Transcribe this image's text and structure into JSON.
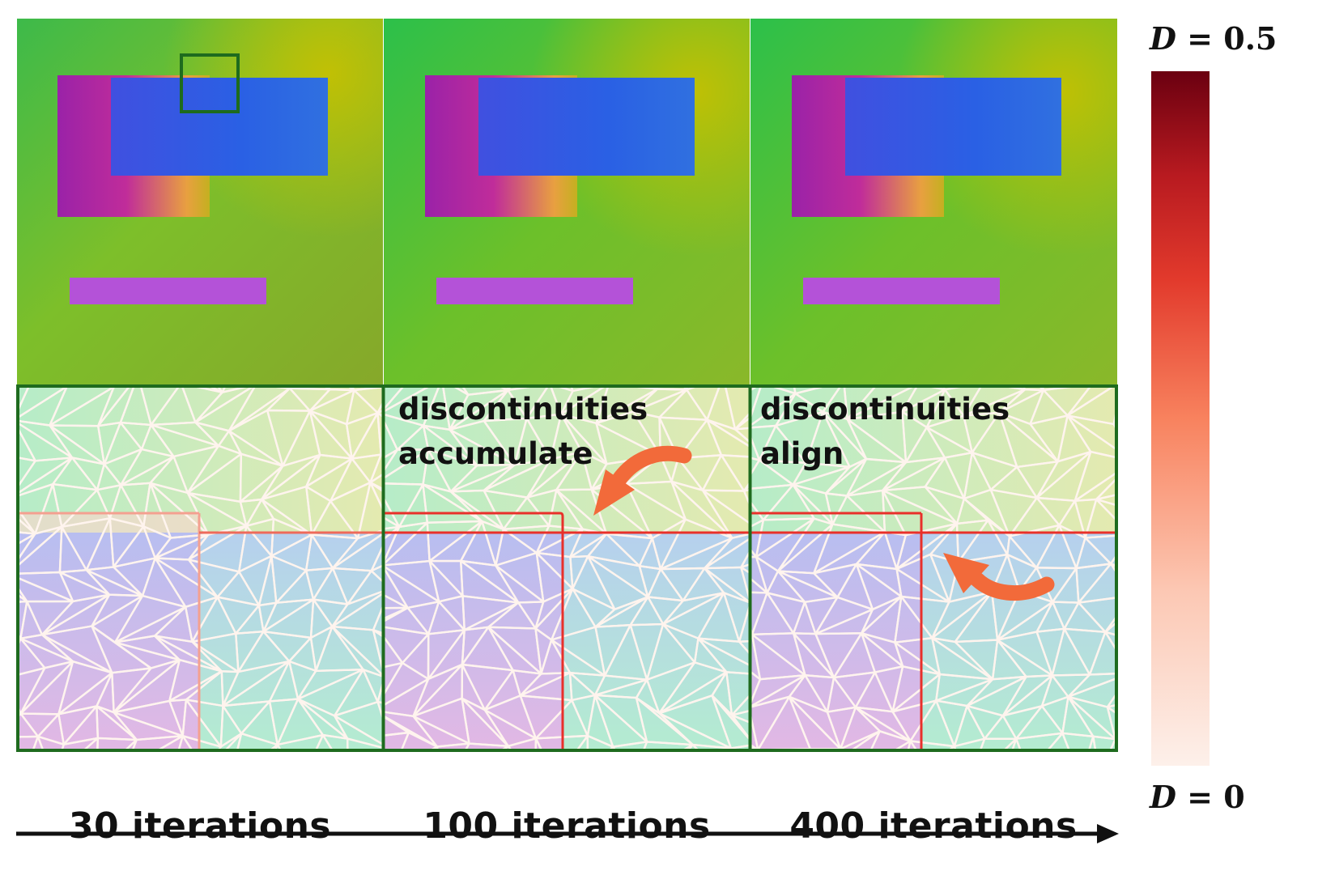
{
  "columns": [
    {
      "label": "30 iterations"
    },
    {
      "label": "100 iterations"
    },
    {
      "label": "400 iterations"
    }
  ],
  "annotations": [
    {
      "text": "discontinuities\naccumulate",
      "column": 2
    },
    {
      "text": "discontinuities\nalign",
      "column": 3
    }
  ],
  "colorbar": {
    "max_label": {
      "symbol": "D",
      "rest": " = 0.5"
    },
    "min_label": {
      "symbol": "D",
      "rest": " = 0"
    },
    "color_low": "#fdeee8",
    "color_mid": "#e83a2e",
    "color_high": "#6b0010"
  },
  "colors": {
    "frame": "#1e6b1e",
    "arrow": "#f26a3a",
    "mesh": "#fff4ee",
    "discontinuity": "#e8302a"
  }
}
